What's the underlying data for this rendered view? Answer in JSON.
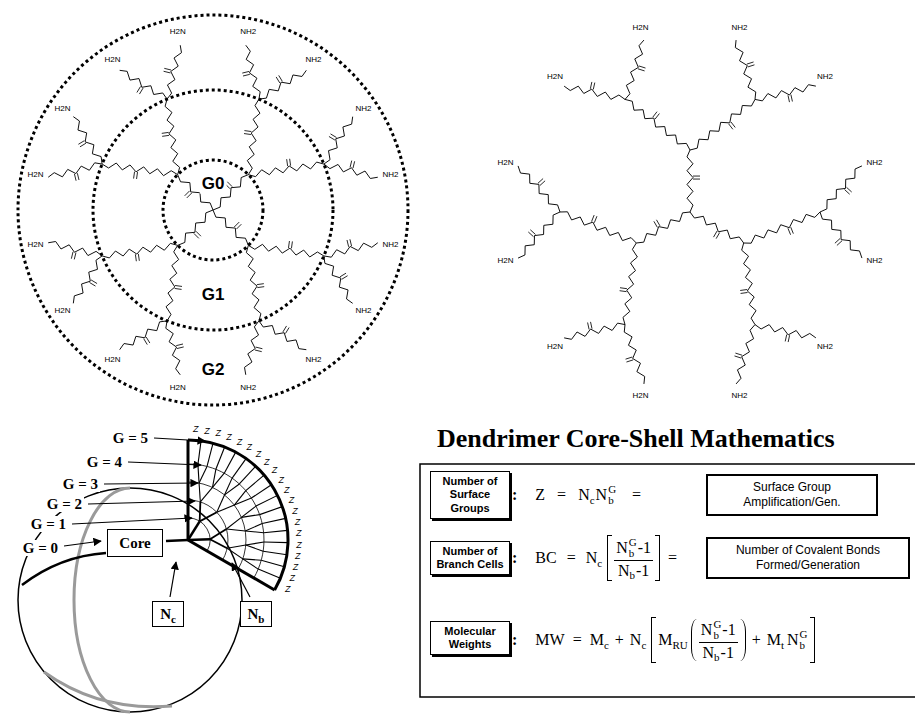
{
  "diagram": {
    "title": "Dendrimer Core-Shell Mathematics",
    "nodes": [
      {
        "text": [
          "G2"
        ]
      },
      {
        "text": [
          "G1"
        ],
        "in": 0
      },
      {
        "text": [
          "G0"
        ],
        "in": 1
      },
      {
        "text": [
          "Core"
        ]
      },
      {
        "text": [
          "N",
          "c"
        ]
      },
      {
        "text": [
          "N",
          "b"
        ]
      },
      {
        "text": [
          "Number of Surface Groups"
        ]
      },
      {
        "text": [
          "Surface Group Amplification/Gen."
        ]
      },
      {
        "text": [
          "Number of Branch Cells"
        ]
      },
      {
        "text": [
          "Number of Covalent Bonds Formed/Generation"
        ]
      },
      {
        "text": [
          "Molecular Weights"
        ]
      }
    ],
    "labels": [
      "G = 5",
      "G = 4",
      "G = 3",
      "G = 2",
      "G = 1",
      "G = 0",
      "Z",
      "Z",
      "Z",
      "Z",
      "Z",
      "Z",
      "Z",
      "Z",
      "Z",
      "Z",
      "Z",
      "Z",
      "Z",
      "Z",
      "Z",
      "Z",
      "Z",
      "Z",
      "Z",
      "Z",
      "H2N",
      "H2N",
      "H2N",
      "H2N",
      "NH2",
      "NH2",
      "NH2",
      "NH2",
      "NH2",
      "NH2",
      "NH2",
      "NH2",
      "H2N",
      "H2N",
      "H2N",
      "H2N",
      "H2N",
      "H2N",
      "H2N",
      "NH2",
      "NH2",
      "NH2",
      "NH2",
      "NH2",
      "NH2",
      "H2N",
      "H2N",
      "H2N",
      ":",
      "Z",
      "=",
      "N",
      "c",
      "N",
      "b",
      "G",
      "=",
      ":",
      "BC",
      "=",
      "N",
      "c",
      "N",
      "b",
      "G",
      "-1",
      "N",
      "b",
      "-1",
      "=",
      ":",
      "MW",
      "=",
      "M",
      "c",
      "+",
      "N",
      "c",
      "M",
      "RU",
      "N",
      "b",
      "G",
      "-1",
      "N",
      "b",
      "-1",
      "+",
      "M",
      "t",
      "N",
      "b",
      "G"
    ]
  }
}
